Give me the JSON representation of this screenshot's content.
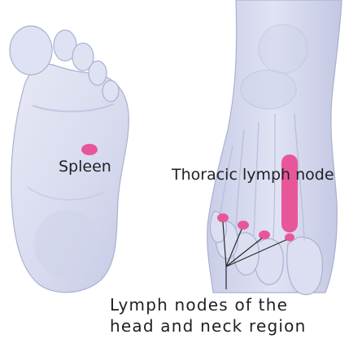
{
  "figure": {
    "labels": {
      "spleen": "Spleen",
      "thoracic": "Thoracic lymph node",
      "lymph_line1": "Lymph nodes of the",
      "lymph_line2": "head and neck region"
    },
    "colors": {
      "foot_fill": "#d9dcef",
      "foot_shadow": "#b9bedd",
      "foot_outline": "#a9afd2",
      "bone": "#c6cae4",
      "highlight": "#e8569a",
      "leader_line": "#2a2a2a"
    }
  }
}
